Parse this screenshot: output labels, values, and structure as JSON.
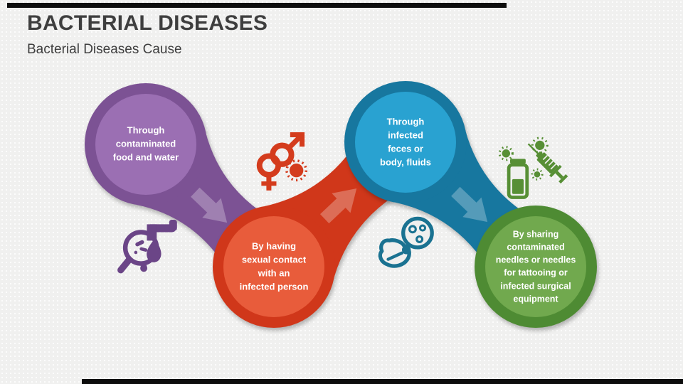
{
  "slide": {
    "title": "BACTERIAL DISEASES",
    "subtitle": "Bacterial Diseases Cause"
  },
  "diagram": {
    "steps": [
      {
        "label": "Through\ncontaminated\nfood and water",
        "icon": "faucet-water-magnifier-icon",
        "outer_color": "#7c5294",
        "inner_color": "#9b6fb3",
        "icon_color": "#6b4587"
      },
      {
        "label": "By having\nsexual contact\nwith an\ninfected person",
        "icon": "gender-symbols-virus-icon",
        "outer_color": "#d0371a",
        "inner_color": "#e85c3b",
        "icon_color": "#d43c1d"
      },
      {
        "label": "Through\ninfected\nfeces or\nbody, fluids",
        "icon": "stool-microbes-icon",
        "outer_color": "#17779f",
        "inner_color": "#29a2d1",
        "icon_color": "#1a7291"
      },
      {
        "label": "By sharing\ncontaminated\nneedles or needles\nfor tattooing or\ninfected surgical\nequipment",
        "icon": "syringe-vial-virus-icon",
        "outer_color": "#4e8b33",
        "inner_color": "#71a94e",
        "icon_color": "#578f35"
      }
    ]
  },
  "colors": {
    "background": "#f0f0ef",
    "title_text": "#3e3e3e",
    "circle_text": "#ffffff",
    "edge_bar": "#0d0d0d",
    "flow_arrow": "rgba(255,255,255,0.27)"
  }
}
